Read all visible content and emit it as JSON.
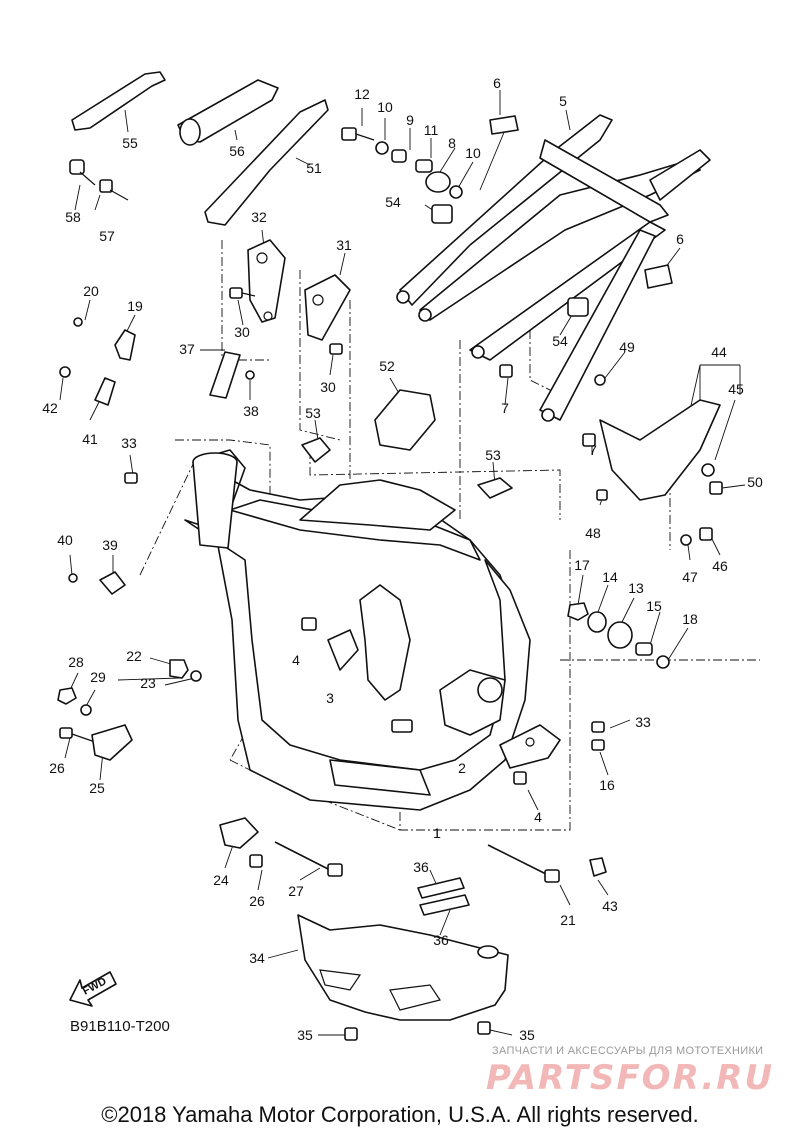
{
  "diagram": {
    "code": "B91B110-T200",
    "fwd_label": "FWD",
    "copyright": "©2018 Yamaha Motor Corporation, U.S.A. All rights reserved.",
    "watermark": {
      "tagline": "ЗАПЧАСТИ И АКСЕССУАРЫ ДЛЯ МОТОТЕХНИКИ",
      "logo": "PARTSFOR.RU"
    },
    "callouts": [
      "1",
      "2",
      "3",
      "4",
      "4",
      "5",
      "6",
      "6",
      "7",
      "7",
      "8",
      "9",
      "10",
      "10",
      "11",
      "12",
      "13",
      "14",
      "15",
      "16",
      "17",
      "18",
      "19",
      "20",
      "21",
      "22",
      "23",
      "24",
      "25",
      "26",
      "26",
      "27",
      "28",
      "29",
      "30",
      "30",
      "31",
      "32",
      "33",
      "33",
      "34",
      "35",
      "35",
      "36",
      "36",
      "37",
      "38",
      "39",
      "40",
      "41",
      "42",
      "43",
      "44",
      "45",
      "46",
      "47",
      "48",
      "49",
      "50",
      "51",
      "52",
      "53",
      "53",
      "54",
      "54",
      "55",
      "56",
      "57",
      "58"
    ]
  }
}
